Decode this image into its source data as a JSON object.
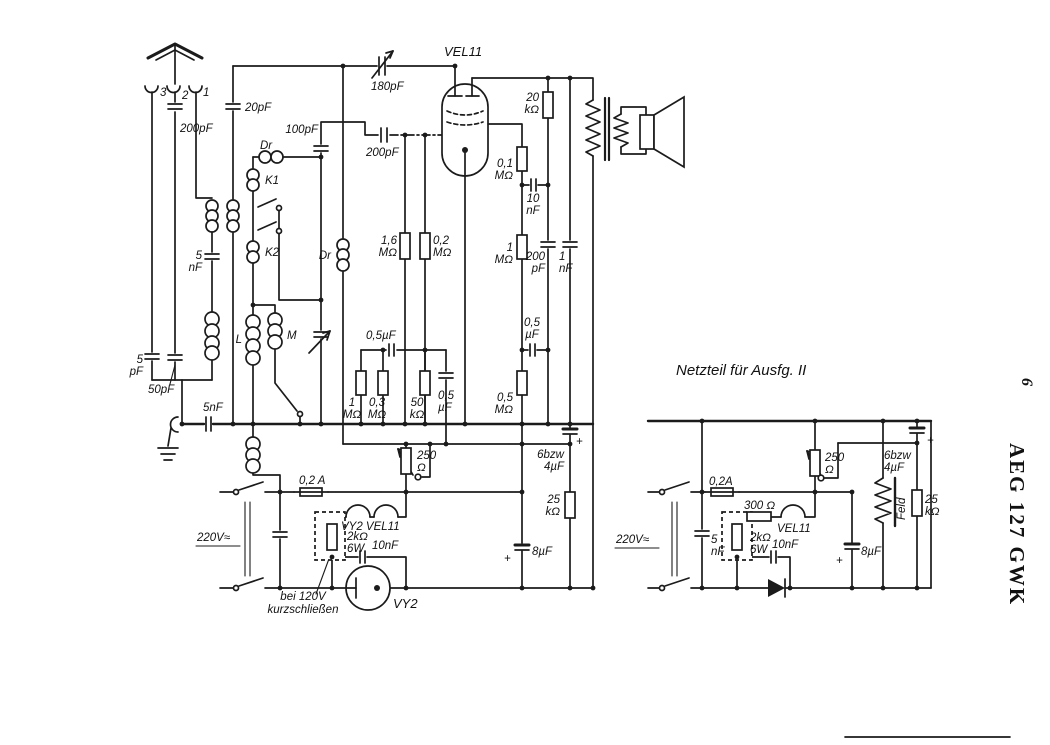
{
  "page": {
    "number": "6",
    "model": "AEG 127 GWK"
  },
  "sym": {
    "plus": "+"
  },
  "main": {
    "terminal_3": "3",
    "terminal_2": "2",
    "terminal_1": "1",
    "c_ant_200pf": "200pF",
    "c_20pf": "20pF",
    "c_100pf": "100pF",
    "c_trim_180pf": "180pF",
    "c_grid_200pf": "200pF",
    "choke_top": "Dr",
    "choke_mid": "Dr",
    "coil_k1": "K1",
    "coil_k2": "K2",
    "coil_l": "L",
    "coil_m": "M",
    "c_5pf": "5 pF",
    "c_50pf": "50pF",
    "c_coupling_5nf": "5 nF",
    "c_ground_5nf": "5nF",
    "tube_vel11": "VEL11",
    "r_1_6m": "1,6 MΩ",
    "r_0_2m": "0,2 MΩ",
    "r_20k": "20 kΩ",
    "r_0_1m": "0,1 MΩ",
    "c_10nf": "10 nF",
    "r_1m_right": "1 MΩ",
    "c_200pf_cath": "200 pF",
    "c_1nf": "1 nF",
    "c_0_5uf_right": "0,5 µF",
    "r_0_5m": "0,5 MΩ",
    "c_0_5uf_mid": "0,5µF",
    "r_1m": "1 MΩ",
    "r_0_3m": "0,3 MΩ",
    "r_50k": "50 kΩ",
    "c_0_5uf_small": "0,5 µF",
    "r_250": "250 Ω",
    "c_6_4uf": "6bzw 4µF",
    "r_25k": "25 kΩ",
    "c_8uf": "8µF",
    "fuse": "0,2 A",
    "mains": "220V≈",
    "heater_chain": "VY2 VEL11",
    "r_2k": "2kΩ 6W",
    "c_10nf_bridge": "10nF",
    "note_line1": "bei 120V",
    "note_line2": "kurzschließen",
    "tube_vy2": "VY2"
  },
  "netzteil": {
    "title": "Netzteil für Ausfg. II",
    "mains": "220V≈",
    "fuse": "0,2A",
    "c_5nf": "5 nF",
    "r_300": "300 Ω",
    "tube_vel11": "VEL11",
    "r_2k": "2kΩ 6W",
    "c_10nf": "10nF",
    "r_250": "250 Ω",
    "c_6_4uf": "6bzw 4µF",
    "c_8uf": "8µF",
    "field_coil": "Feld",
    "r_25k": "25 kΩ"
  }
}
